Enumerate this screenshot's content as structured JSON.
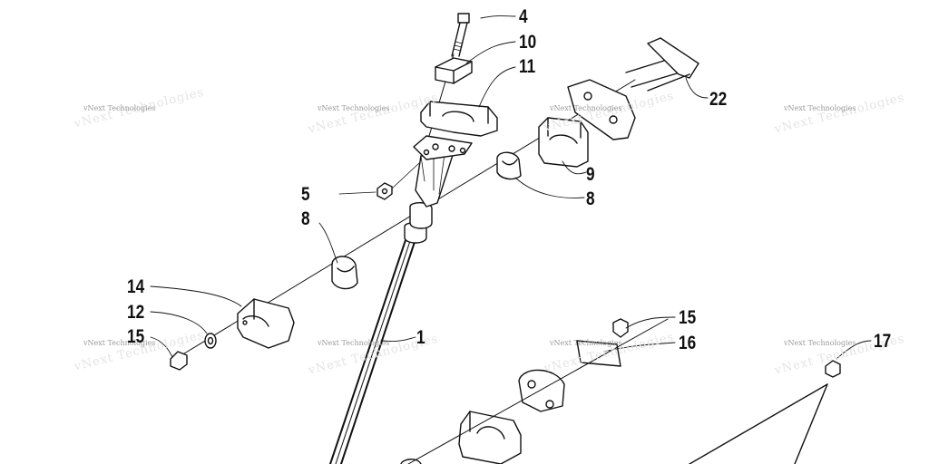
{
  "watermark": {
    "text": "vNext Technologies"
  },
  "callouts": [
    {
      "id": "c4",
      "label": "4"
    },
    {
      "id": "c10",
      "label": "10"
    },
    {
      "id": "c11",
      "label": "11"
    },
    {
      "id": "c22",
      "label": "22"
    },
    {
      "id": "c9",
      "label": "9"
    },
    {
      "id": "c8a",
      "label": "8"
    },
    {
      "id": "c5",
      "label": "5"
    },
    {
      "id": "c8b",
      "label": "8"
    },
    {
      "id": "c14",
      "label": "14"
    },
    {
      "id": "c12",
      "label": "12"
    },
    {
      "id": "c15a",
      "label": "15"
    },
    {
      "id": "c1",
      "label": "1"
    },
    {
      "id": "c15b",
      "label": "15"
    },
    {
      "id": "c16",
      "label": "16"
    },
    {
      "id": "c17",
      "label": "17"
    }
  ]
}
